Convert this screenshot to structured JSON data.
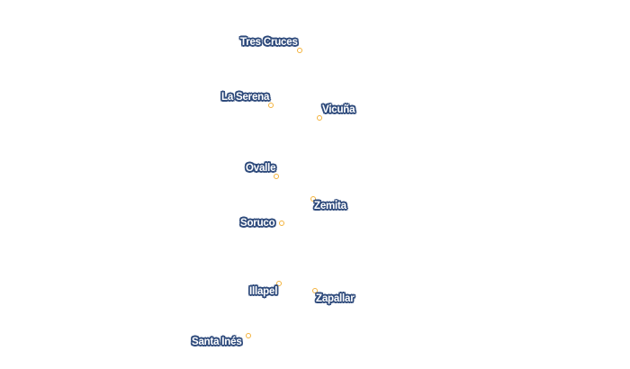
{
  "map": {
    "marker_color": "#f3b23b",
    "label_fill": "#ffffff",
    "label_outline": "#2f4b7c",
    "places": [
      {
        "name": "Tres Cruces"
      },
      {
        "name": "La Serena"
      },
      {
        "name": "Vicuña"
      },
      {
        "name": "Ovalle"
      },
      {
        "name": "Zemita"
      },
      {
        "name": "Soruco"
      },
      {
        "name": "Illapel"
      },
      {
        "name": "Zapallar"
      },
      {
        "name": "Santa Inés"
      }
    ]
  }
}
